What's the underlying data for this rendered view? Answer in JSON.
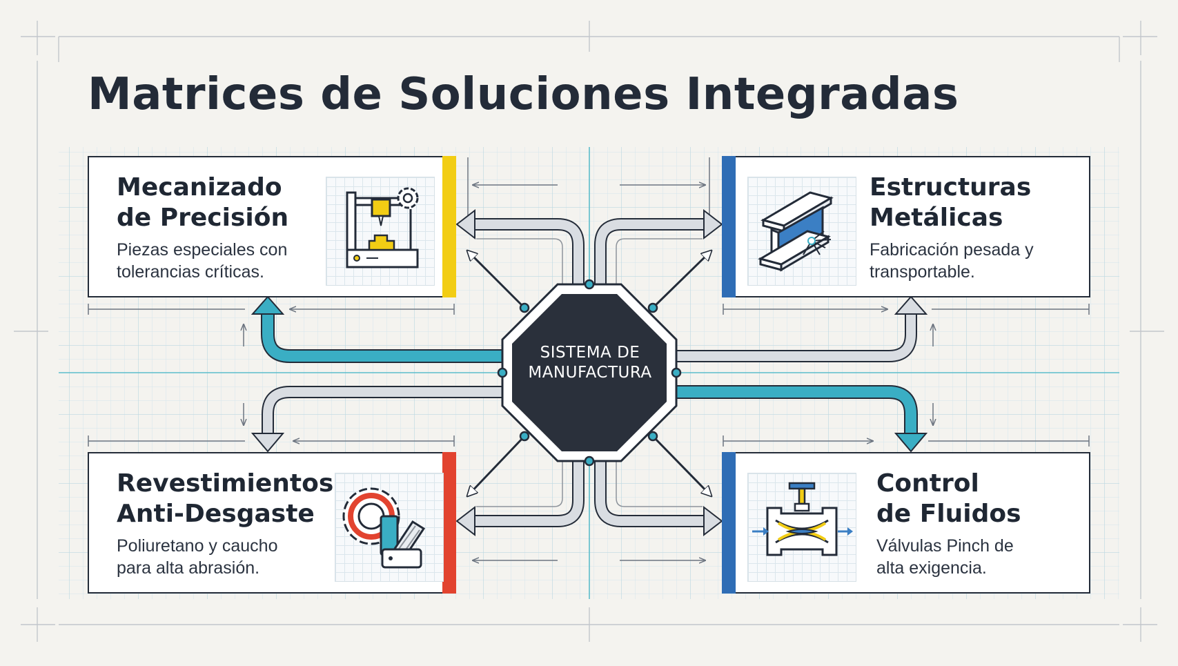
{
  "title": "Matrices de Soluciones Integradas",
  "hub": {
    "line1": "SISTEMA DE",
    "line2": "MANUFACTURA"
  },
  "cards": {
    "top_left": {
      "title_line1": "Mecanizado",
      "title_line2": "de Precisión",
      "desc_line1": "Piezas especiales con",
      "desc_line2": "tolerancias críticas.",
      "accent": "#f2cd14",
      "icon": "cnc-machine-gear-icon"
    },
    "top_right": {
      "title_line1": "Estructuras",
      "title_line2": "Metálicas",
      "desc_line1": "Fabricación pesada y",
      "desc_line2": "transportable.",
      "accent": "#2f6db5",
      "icon": "steel-i-beam-welding-icon"
    },
    "bottom_left": {
      "title_line1": "Revestimientos",
      "title_line2": "Anti-Desgaste",
      "desc_line1": "Poliuretano y caucho",
      "desc_line2": "para alta abrasión.",
      "accent": "#e2432f",
      "icon": "coated-gear-layers-icon"
    },
    "bottom_right": {
      "title_line1": "Control",
      "title_line2": "de Fluidos",
      "desc_line1": "Válvulas Pinch de",
      "desc_line2": "alta exigencia.",
      "accent": "#2f6db5",
      "icon": "pinch-valve-icon"
    }
  },
  "colors": {
    "ink": "#232b38",
    "teal": "#3aaec4",
    "pipe_gray": "#d9dde2",
    "blueprint_grid": "#cfe3ea",
    "background": "#f4f3ef"
  }
}
